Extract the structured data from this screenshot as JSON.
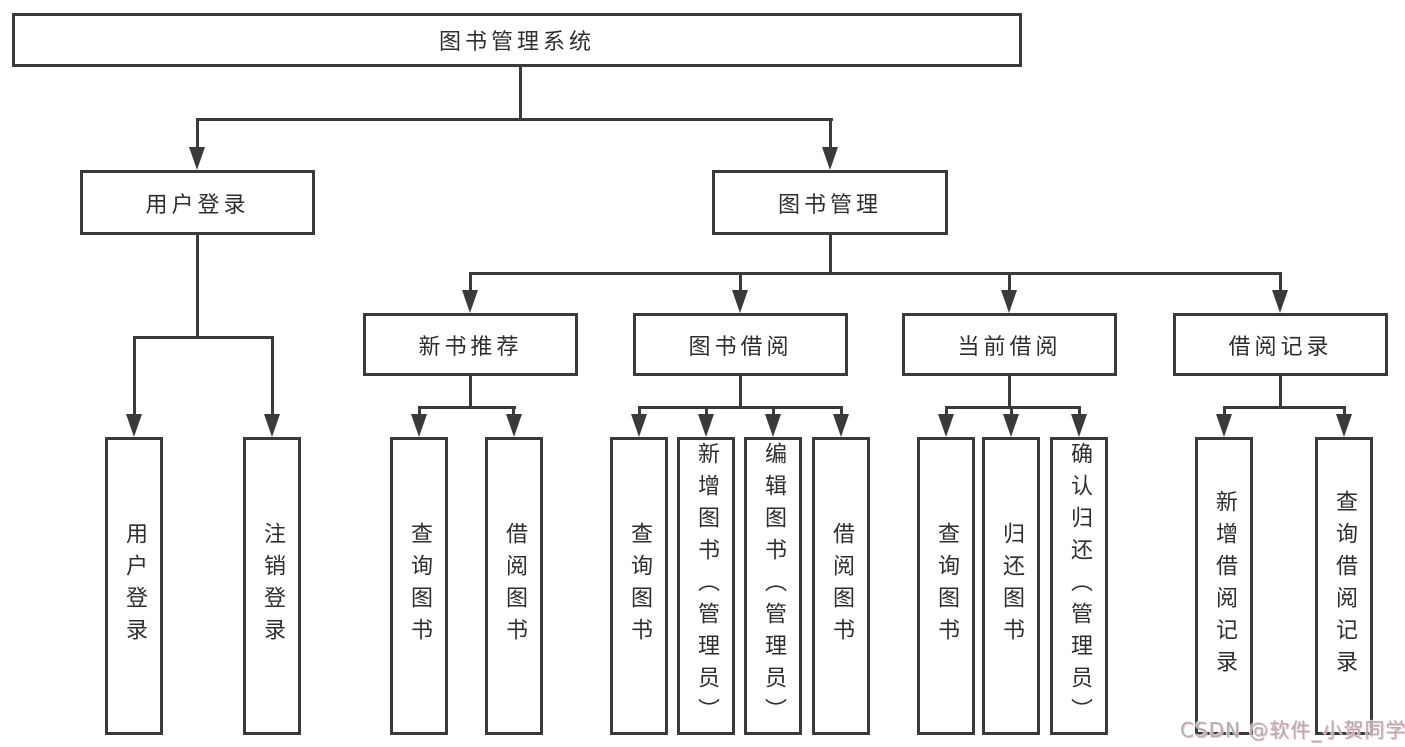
{
  "nodes": {
    "root": {
      "label": "图书管理系统"
    },
    "user_login": {
      "label": "用户登录"
    },
    "book_mgmt": {
      "label": "图书管理"
    },
    "new_book_rec": {
      "label": "新书推荐"
    },
    "book_borrow": {
      "label": "图书借阅"
    },
    "current_borrow": {
      "label": "当前借阅"
    },
    "borrow_record": {
      "label": "借阅记录"
    },
    "leaf_user_login": {
      "label": "用户登录"
    },
    "leaf_logout": {
      "label": "注销登录"
    },
    "leaf_query_book_1": {
      "label": "查询图书"
    },
    "leaf_borrow_book_1": {
      "label": "借阅图书"
    },
    "leaf_query_book_2": {
      "label": "查询图书"
    },
    "leaf_add_book": {
      "label": "新增图书（管理员）"
    },
    "leaf_edit_book": {
      "label": "编辑图书（管理员）"
    },
    "leaf_borrow_book_2": {
      "label": "借阅图书"
    },
    "leaf_query_book_3": {
      "label": "查询图书"
    },
    "leaf_return_book": {
      "label": "归还图书"
    },
    "leaf_confirm_return": {
      "label": "确认归还（管理员）"
    },
    "leaf_add_record": {
      "label": "新增借阅记录"
    },
    "leaf_query_record": {
      "label": "查询借阅记录"
    }
  },
  "hierarchy": {
    "图书管理系统": {
      "用户登录": [
        "用户登录",
        "注销登录"
      ],
      "图书管理": {
        "新书推荐": [
          "查询图书",
          "借阅图书"
        ],
        "图书借阅": [
          "查询图书",
          "新增图书（管理员）",
          "编辑图书（管理员）",
          "借阅图书"
        ],
        "当前借阅": [
          "查询图书",
          "归还图书",
          "确认归还（管理员）"
        ],
        "借阅记录": [
          "新增借阅记录",
          "查询借阅记录"
        ]
      }
    }
  },
  "watermark": {
    "text": "CSDN @软件_小贺同学"
  },
  "colors": {
    "line": "#3a3a3a",
    "text": "#2e2e2e",
    "background": "#ffffff",
    "watermark": "#b3adaf"
  }
}
